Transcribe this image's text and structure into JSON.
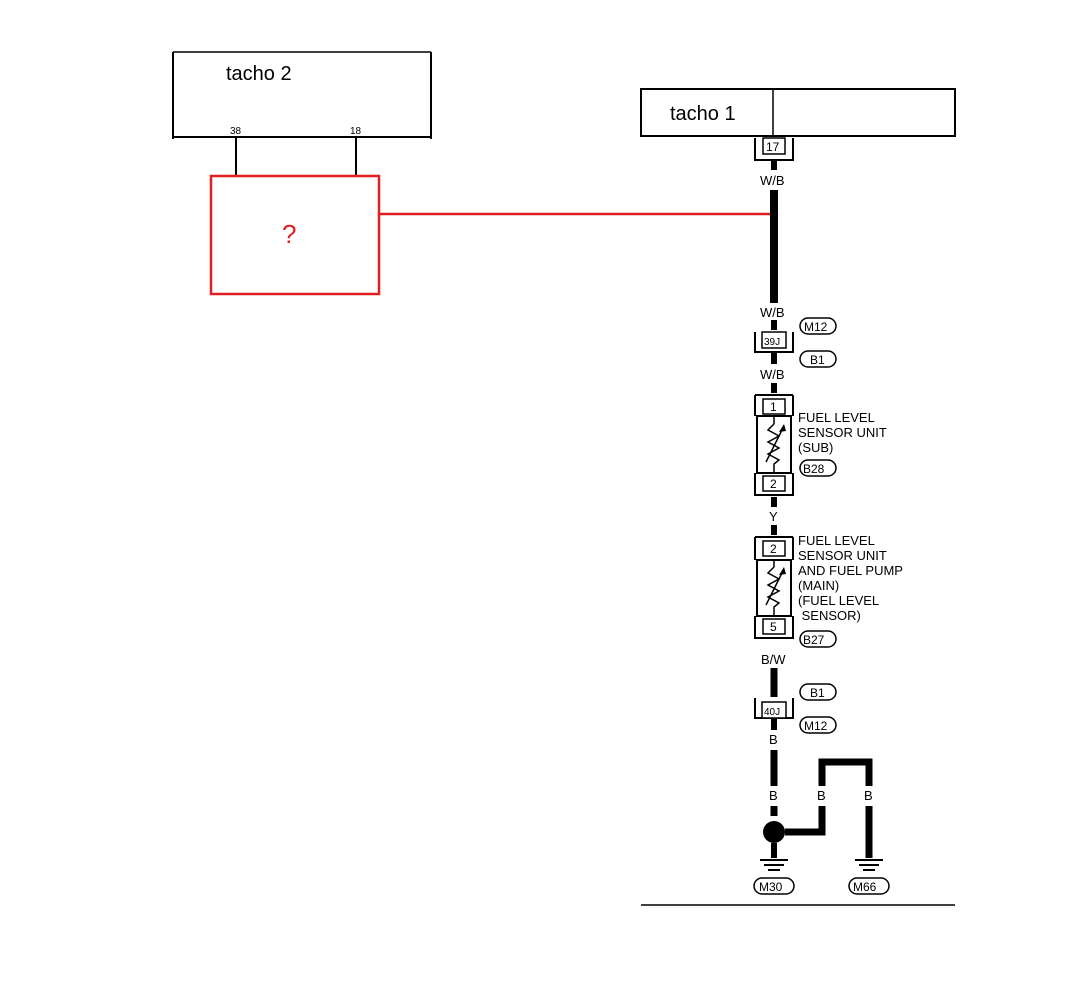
{
  "tacho2": {
    "label": "tacho 2",
    "pin_left": "38",
    "pin_right": "18"
  },
  "unknown": {
    "label": "?",
    "color": "#e02020"
  },
  "tacho1": {
    "label": "tacho 1",
    "pin": "17"
  },
  "wires": {
    "w1": "W/B",
    "w2": "W/B",
    "w3": "W/B",
    "w4": "Y",
    "w5": "B/W",
    "w6": "B",
    "w7": "B",
    "w8": "B",
    "w9": "B"
  },
  "connectors": {
    "c39": "39J",
    "m12a": "M12",
    "b1a": "B1",
    "b28": "B28",
    "b27": "B27",
    "b1b": "B1",
    "c40": "40J",
    "m12b": "M12",
    "m30": "M30",
    "m66": "M66"
  },
  "sensor_sub": {
    "pin_top": "1",
    "pin_bottom": "2",
    "lines": [
      "FUEL LEVEL",
      "SENSOR UNIT",
      "(SUB)"
    ]
  },
  "sensor_main": {
    "pin_top": "2",
    "pin_bottom": "5",
    "lines": [
      "FUEL LEVEL",
      "SENSOR UNIT",
      "AND FUEL PUMP",
      "(MAIN)",
      "(FUEL LEVEL",
      " SENSOR)"
    ]
  }
}
